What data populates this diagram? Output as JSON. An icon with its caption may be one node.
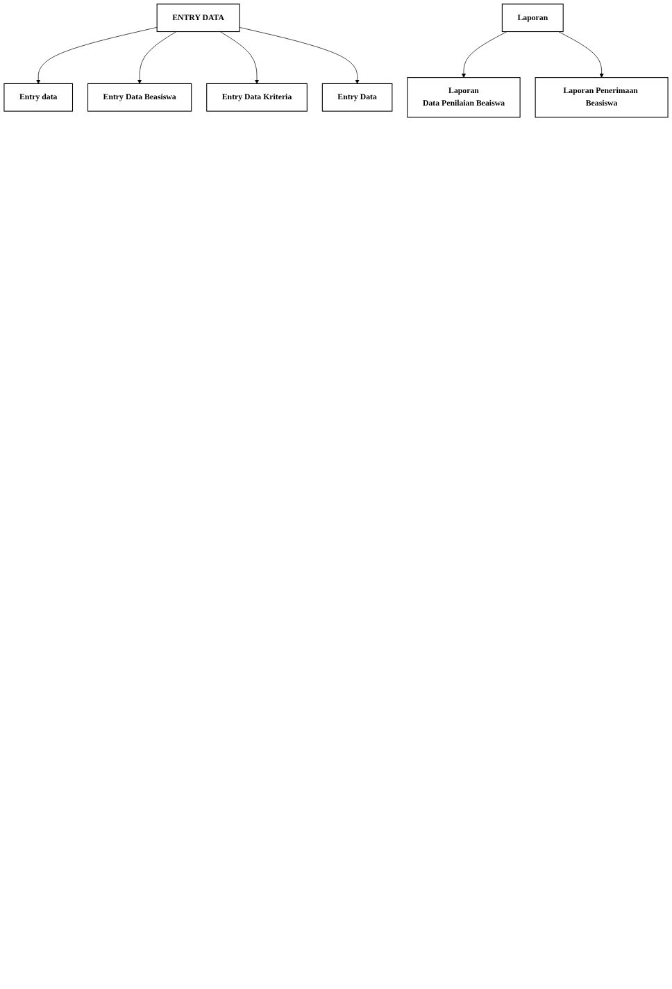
{
  "diagram": {
    "nodes": [
      {
        "text": [
          "ENTRY DATA"
        ]
      },
      {
        "text": [
          "Entry data"
        ]
      },
      {
        "text": [
          "Entry Data Beasiswa"
        ]
      },
      {
        "text": [
          "Entry Data Kriteria"
        ]
      },
      {
        "text": [
          "Entry Data"
        ]
      },
      {
        "text": [
          "Laporan"
        ]
      },
      {
        "text": [
          "Laporan",
          "Data Penilaian Beaiswa"
        ]
      },
      {
        "text": [
          "Laporan Penerimaan Beasiswa"
        ]
      }
    ],
    "edges": [
      {
        "from": 0,
        "to": 1,
        "arrow": "to"
      },
      {
        "from": 0,
        "to": 2,
        "arrow": "to"
      },
      {
        "from": 0,
        "to": 3,
        "arrow": "to"
      },
      {
        "from": 0,
        "to": 4,
        "arrow": "to"
      },
      {
        "from": 5,
        "to": 6,
        "arrow": "to"
      },
      {
        "from": 5,
        "to": 7,
        "arrow": "to"
      }
    ]
  }
}
